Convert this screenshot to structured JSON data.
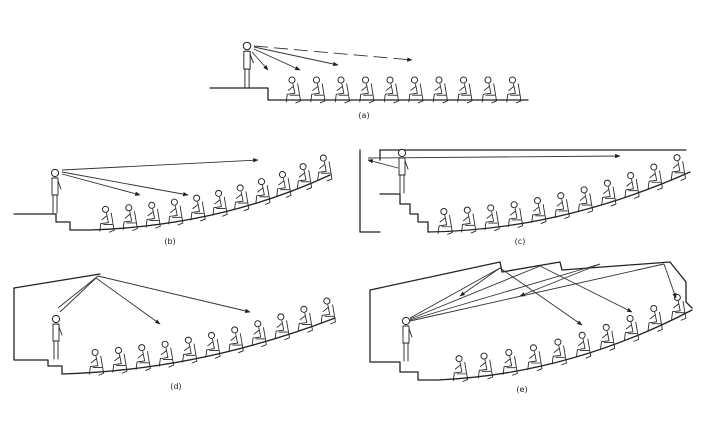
{
  "panels": [
    {
      "id": "a",
      "label": "(a)"
    },
    {
      "id": "b",
      "label": "(b)"
    },
    {
      "id": "c",
      "label": "(c)"
    },
    {
      "id": "d",
      "label": "(d)"
    },
    {
      "id": "e",
      "label": "(e)"
    }
  ],
  "colors": {
    "ink": "#222222",
    "background": "#ffffff"
  }
}
